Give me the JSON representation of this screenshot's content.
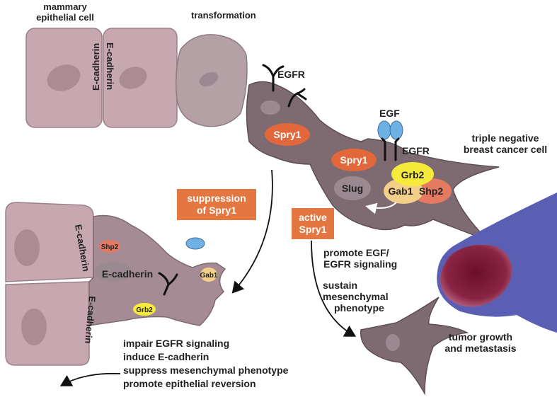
{
  "labels": {
    "mammary_line1": "mammary",
    "mammary_line2": "epithelial cell",
    "transformation": "transformation",
    "ecad_a": "E-cadherin",
    "ecad_b": "E-cadherin",
    "egfr_top": "EGFR",
    "spry1_top": "Spry1",
    "egf": "EGF",
    "egfr_right": "EGFR",
    "spry1_right": "Spry1",
    "grb2_right": "Grb2",
    "gab1_right": "Gab1",
    "shp2_right": "Shp2",
    "slug": "Slug",
    "tnbc_line1": "triple negative",
    "tnbc_line2": "breast cancer cell",
    "suppression_line1": "suppression",
    "suppression_line2": "of Spry1",
    "active_line1": "active",
    "active_line2": "Spry1",
    "promote_line1": "promote EGF/",
    "promote_line2": "EGFR signaling",
    "sustain_line1": "sustain",
    "sustain_line2": "mesenchymal",
    "sustain_line3": "phenotype",
    "tumor_line1": "tumor growth",
    "tumor_line2": "and metastasis",
    "ecad_left_top": "E-cadherin",
    "ecad_left_bottom": "E-cadherin",
    "shp2_left": "Shp2",
    "ecad_center": "E-cadherin",
    "gab1_left": "Gab1",
    "grb2_left": "Grb2",
    "effect_1": "impair EGFR signaling",
    "effect_2": "induce E-cadherin",
    "effect_3": "suppress mesenchymal phenotype",
    "effect_4": "promote epithelial reversion"
  },
  "colors": {
    "callout_orange": "#e4763f",
    "spry1_orange": "#e2683b",
    "grb2_yellow": "#f6ea3a",
    "gab1_tan": "#f3cf8a",
    "shp2_salmon": "#e57a63",
    "egf_blue": "#6fb0e5",
    "vessel_blue": "#5a5fb4",
    "tumor_maroon": "#7a1a38",
    "cancer_cell": "#7d6b71",
    "mammary_cell": "#c7a7b0"
  }
}
